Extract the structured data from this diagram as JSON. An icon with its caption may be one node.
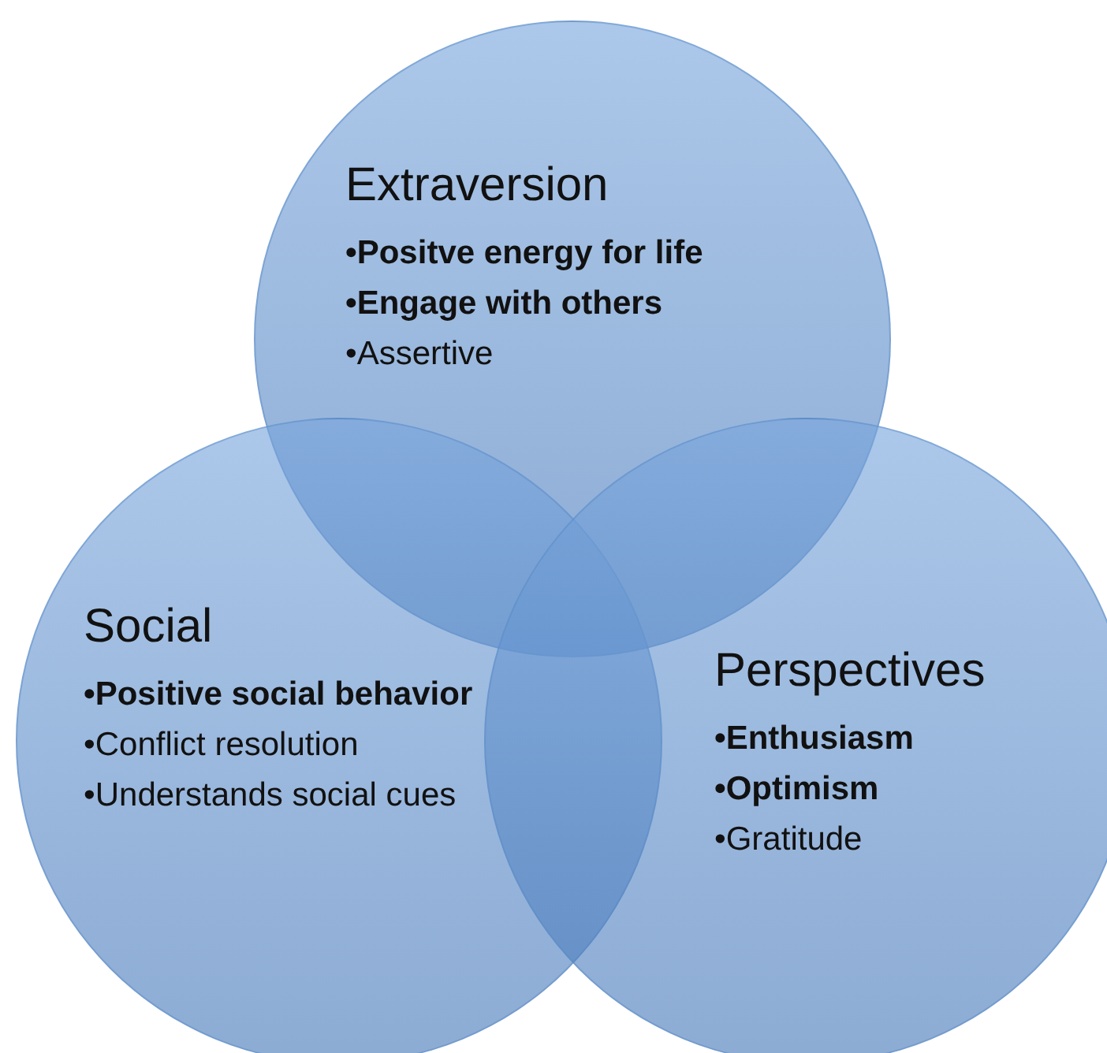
{
  "diagram": {
    "nodes": [
      {
        "text": [
          "Extraversion",
          "•Positve energy for life",
          "•Engage with others",
          "•Assertive"
        ]
      },
      {
        "text": [
          "Social",
          "•Positive social behavior",
          "•Conflict resolution",
          "•Understands social cues"
        ]
      },
      {
        "text": [
          "Perspectives",
          "•Enthusiasm",
          "•Optimism",
          "•Gratitude"
        ]
      }
    ]
  }
}
